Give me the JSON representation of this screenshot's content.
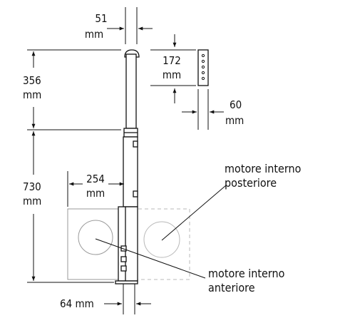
{
  "dimensions": {
    "top_width": {
      "value": "51",
      "unit": "mm"
    },
    "upper_height": {
      "value": "356",
      "unit": "mm"
    },
    "lower_height": {
      "value": "730",
      "unit": "mm"
    },
    "footprint_width": {
      "value": "254",
      "unit": "mm"
    },
    "bottom_width": {
      "label": "64 mm"
    },
    "detail_height": {
      "value": "172",
      "unit": "mm"
    },
    "detail_width": {
      "value": "60",
      "unit": "mm"
    }
  },
  "callouts": {
    "rear_motor": {
      "line1": "motore interno",
      "line2": "posteriore"
    },
    "front_motor": {
      "line1": "motore interno",
      "line2": "anteriore"
    }
  },
  "colors": {
    "line": "#111111",
    "footprint_dashed": "#b8b8b8",
    "footprint_solid": "#9a9a9a",
    "background": "#ffffff"
  }
}
